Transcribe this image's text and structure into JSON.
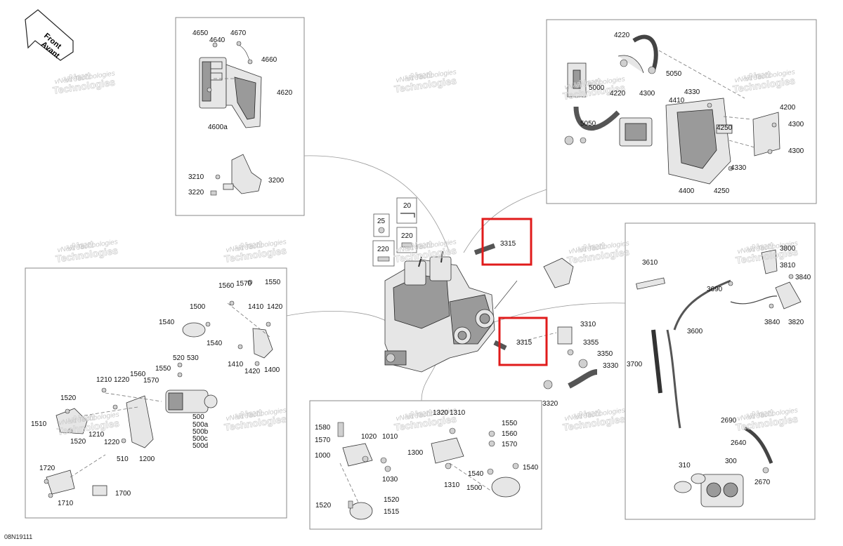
{
  "direction_arrow": {
    "line1": "Front",
    "line2": "Avant"
  },
  "watermark": {
    "line1": "vNext",
    "line2": "Technologies",
    "small": "vNext Technologies"
  },
  "figure_code": "08N19111",
  "highlighted_part": "3315",
  "labels": {
    "ecm_panel": [
      "4650",
      "4640",
      "4670",
      "4660",
      "4620",
      "4600a",
      "3210",
      "3200",
      "3220"
    ],
    "ignition_panel": [
      "4220",
      "5050",
      "5000",
      "4220",
      "4300",
      "5050",
      "4330",
      "4410",
      "4200",
      "4300",
      "4250",
      "4300",
      "4330",
      "4400",
      "4250"
    ],
    "starter_panel": [
      "1560",
      "1570",
      "1550",
      "1500",
      "1410",
      "1420",
      "1540",
      "1540",
      "1410",
      "1420",
      "1400",
      "520",
      "530",
      "1550",
      "1210",
      "1220",
      "1560",
      "1570",
      "1520",
      "500",
      "500a",
      "500b",
      "500c",
      "500d",
      "1510",
      "1210",
      "1520",
      "1220",
      "510",
      "1200",
      "1720",
      "1710",
      "1700"
    ],
    "mount_panel": [
      "1320",
      "1310",
      "1580",
      "1550",
      "1570",
      "1020",
      "1010",
      "1560",
      "1000",
      "1300",
      "1570",
      "1030",
      "1540",
      "1540",
      "1310",
      "1500",
      "1520",
      "1520",
      "1515"
    ],
    "throttle_panel": [
      "3610",
      "3690",
      "3800",
      "3810",
      "3840",
      "3840",
      "3820",
      "3600",
      "3700",
      "2690",
      "2640",
      "310",
      "300",
      "2670"
    ],
    "engine_area": [
      "25",
      "20",
      "220",
      "220",
      "3315",
      "3310",
      "3315",
      "3355",
      "3350",
      "3330",
      "3320"
    ]
  }
}
